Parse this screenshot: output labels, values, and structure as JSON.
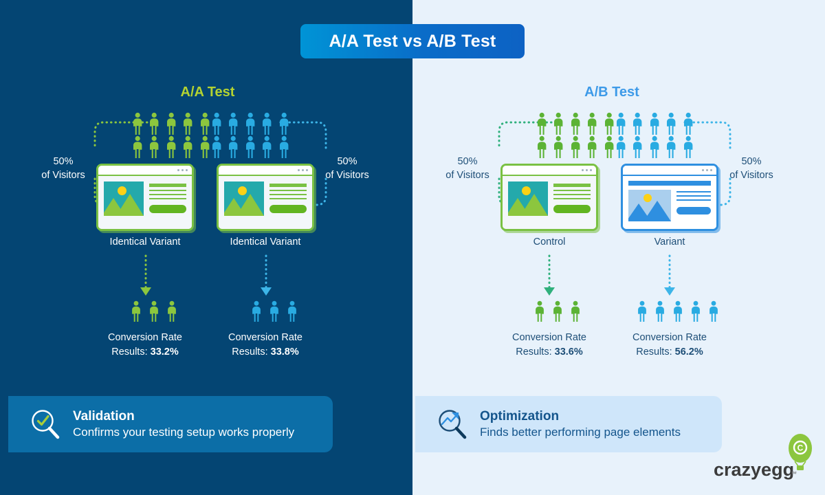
{
  "meta": {
    "title": "A/A Test vs A/B Test",
    "colors": {
      "dark_panel": "#044573",
      "light_panel": "#e8f2fb",
      "banner_start": "#0094d6",
      "banner_end": "#0d62c4",
      "green": "#7ac143",
      "green_title": "#b4d331",
      "blue": "#2e8fe0",
      "blue_title": "#3d9ae8",
      "callout_left_bg": "#0c6ea7",
      "callout_right_bg": "#cfe6fa",
      "text_dark": "#1d4e77",
      "sun_yellow": "#fcd116",
      "hero_teal": "#24a9ab",
      "logo_green": "#8cc63e"
    }
  },
  "banner": {
    "label": "A/A Test vs A/B Test"
  },
  "sections": {
    "aa": {
      "title": "A/A Test",
      "visitor_split": [
        {
          "percent": "50%",
          "label": "of Visitors"
        },
        {
          "percent": "50%",
          "label": "of Visitors"
        }
      ],
      "people_per_group": 10,
      "variants": [
        {
          "caption": "Identical Variant",
          "color": "green",
          "layout": "image-left",
          "result_label": "Conversion Rate",
          "result_prefix": "Results: ",
          "result_value": "33.2%",
          "result_people": 3
        },
        {
          "caption": "Identical Variant",
          "color": "green",
          "layout": "image-left",
          "result_label": "Conversion Rate",
          "result_prefix": "Results: ",
          "result_value": "33.8%",
          "result_people": 3
        }
      ]
    },
    "ab": {
      "title": "A/B Test",
      "visitor_split": [
        {
          "percent": "50%",
          "label": "of Visitors"
        },
        {
          "percent": "50%",
          "label": "of Visitors"
        }
      ],
      "people_per_group": 10,
      "variants": [
        {
          "caption": "Control",
          "color": "green",
          "layout": "image-left",
          "result_label": "Conversion Rate",
          "result_prefix": "Results: ",
          "result_value": "33.6%",
          "result_people": 3
        },
        {
          "caption": "Variant",
          "color": "blue",
          "layout": "header-top",
          "result_label": "Conversion Rate",
          "result_prefix": "Results: ",
          "result_value": "56.2%",
          "result_people": 5
        }
      ]
    }
  },
  "callouts": [
    {
      "icon": "magnifier-check-icon",
      "title": "Validation",
      "subtitle": "Confirms your testing setup works properly"
    },
    {
      "icon": "magnifier-trend-up-icon",
      "title": "Optimization",
      "subtitle": "Finds better performing page elements"
    }
  ],
  "logo": {
    "wordmark": "crazyegg",
    "trademark": "™",
    "balloon_letter": "C"
  }
}
